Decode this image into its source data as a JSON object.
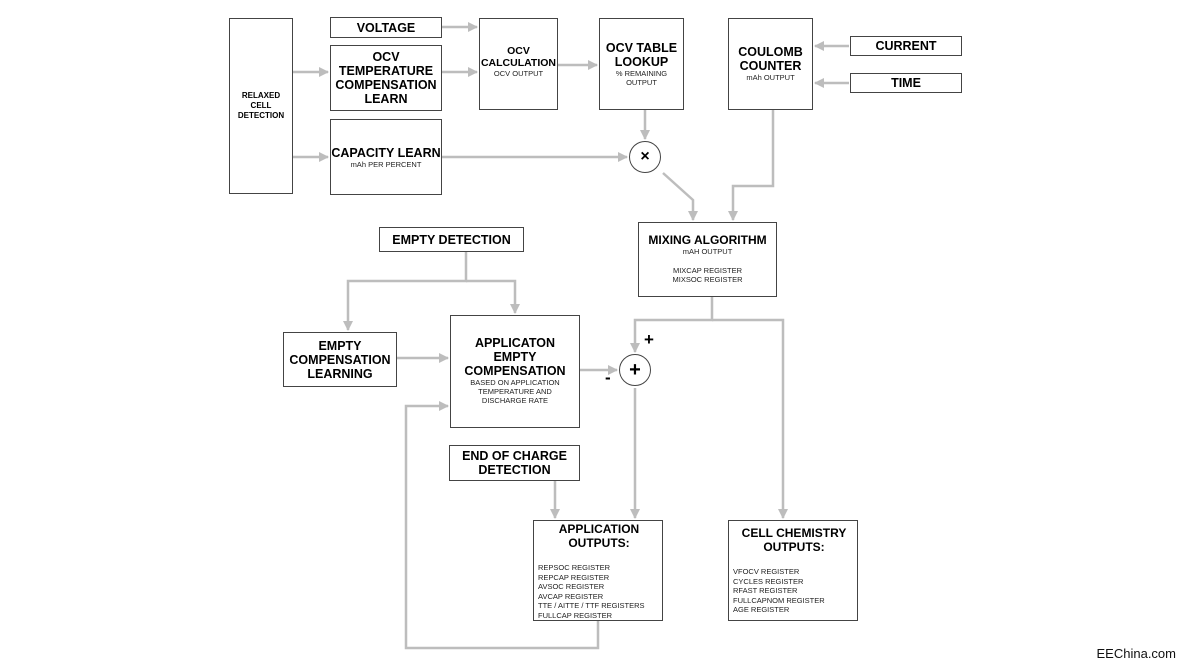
{
  "blocks": {
    "relaxed_cell": {
      "title": "RELAXED\nCELL\nDETECTION"
    },
    "voltage": {
      "title": "VOLTAGE"
    },
    "ocv_temp": {
      "title": "OCV\nTEMPERATURE\nCOMPENSATION\nLEARN"
    },
    "capacity_learn": {
      "title": "CAPACITY LEARN",
      "sub": "mAh PER PERCENT"
    },
    "ocv_calc": {
      "title": "OCV\nCALCULATION",
      "sub": "OCV OUTPUT"
    },
    "ocv_table": {
      "title": "OCV TABLE\nLOOKUP",
      "sub": "% REMAINING\nOUTPUT"
    },
    "coulomb": {
      "title": "COULOMB\nCOUNTER",
      "sub": "mAh OUTPUT"
    },
    "current": {
      "title": "CURRENT"
    },
    "time": {
      "title": "TIME"
    },
    "mixing": {
      "title": "MIXING ALGORITHM",
      "sub": "mAH OUTPUT",
      "regs": "MIXCAP REGISTER\nMIXSOC REGISTER"
    },
    "empty_detection": {
      "title": "EMPTY DETECTION"
    },
    "empty_comp_learning": {
      "title": "EMPTY\nCOMPENSATION\nLEARNING"
    },
    "app_empty_comp": {
      "title": "APPLICATON\nEMPTY\nCOMPENSATION",
      "sub": "BASED ON APPLICATION\nTEMPERATURE AND\nDISCHARGE RATE"
    },
    "end_of_charge": {
      "title": "END OF CHARGE\nDETECTION"
    },
    "app_outputs": {
      "title": "APPLICATION\nOUTPUTS:",
      "regs": "REPSOC REGISTER\nREPCAP REGISTER\nAVSOC REGISTER\nAVCAP REGISTER\nTTE / AITTE / TTF REGISTERS\nFULLCAP REGISTER"
    },
    "cell_chem": {
      "title": "CELL CHEMISTRY\nOUTPUTS:",
      "regs": "VFOCV REGISTER\nCYCLES REGISTER\nRFAST REGISTER\nFULLCAPNOM REGISTER\nAGE REGISTER"
    }
  },
  "operators": {
    "multiply": "×",
    "sum": "+",
    "sum_plus": "+",
    "sum_minus": "-"
  },
  "watermark": "EEChina.com",
  "colors": {
    "wire": "#bdbdbd",
    "border": "#444444"
  }
}
